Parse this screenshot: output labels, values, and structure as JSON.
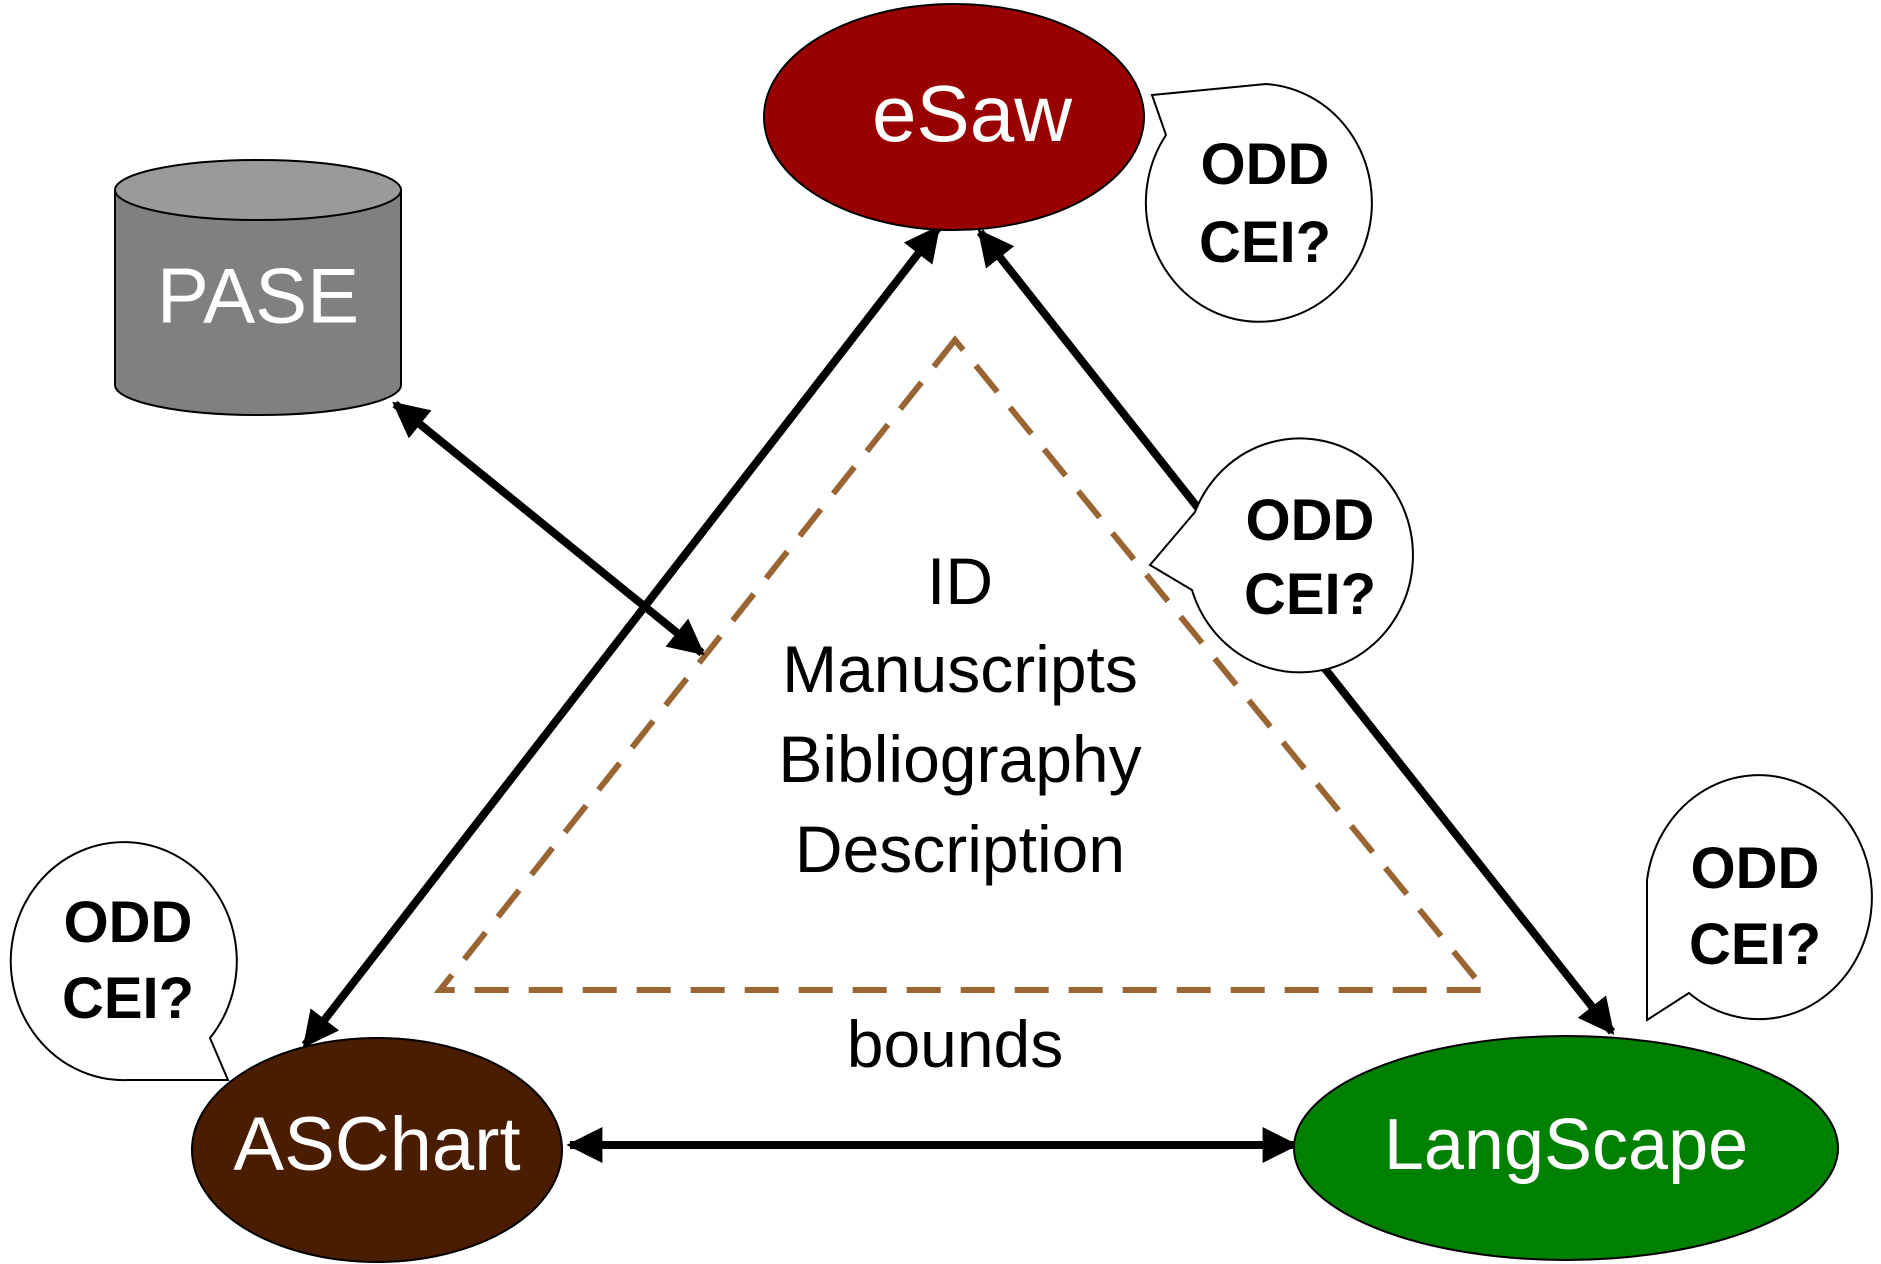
{
  "nodes": {
    "esaw": {
      "label": "eSaw",
      "color": "#990000"
    },
    "pase": {
      "label": "PASE",
      "color": "#808080"
    },
    "aschart": {
      "label": "ASChart",
      "color": "#4a1c00"
    },
    "langscape": {
      "label": "LangScape",
      "color": "#008000"
    }
  },
  "callouts": [
    {
      "line1": "ODD",
      "line2": "CEI?"
    },
    {
      "line1": "ODD",
      "line2": "CEI?"
    },
    {
      "line1": "ODD",
      "line2": "CEI?"
    },
    {
      "line1": "ODD",
      "line2": "CEI?"
    }
  ],
  "center": {
    "line1": "ID",
    "line2": "Manuscripts",
    "line3": "Bibliography",
    "line4": "Description",
    "bounds": "bounds"
  },
  "colors": {
    "dashed_triangle": "#996633",
    "arrows": "#000000"
  }
}
